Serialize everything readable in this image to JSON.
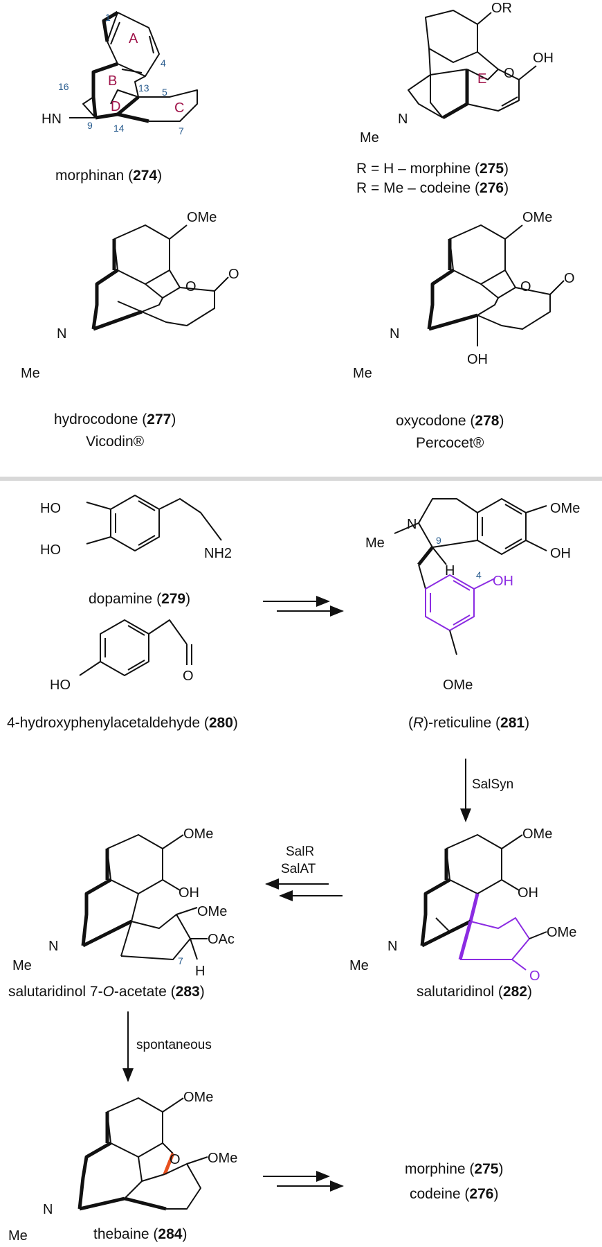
{
  "colors": {
    "ring_label": "#a0154b",
    "locant": "#2a5d8f",
    "highlight_purple": "#8b2be2",
    "highlight_orange": "#e8501e",
    "separator": "#d8d8d8"
  },
  "top": {
    "c274": {
      "name": "morphinan",
      "num": "274"
    },
    "c275_276": {
      "line1_pre": "R = H – morphine (",
      "line1_num": "275",
      "line2_pre": "R = Me – codeine (",
      "line2_num": "276"
    },
    "c277": {
      "name": "hydrocodone",
      "num": "277",
      "brand": "Vicodin®"
    },
    "c278": {
      "name": "oxycodone",
      "num": "278",
      "brand": "Percocet®"
    },
    "ring_labels": [
      "A",
      "B",
      "C",
      "D",
      "E"
    ],
    "locants": [
      "1",
      "4",
      "5",
      "7",
      "9",
      "13",
      "14",
      "16"
    ],
    "atoms": {
      "HN": "HN",
      "OR": "OR",
      "OH": "OH",
      "O": "O",
      "OMe": "OMe",
      "Me": "Me",
      "N": "N"
    }
  },
  "pathway": {
    "c279": {
      "name": "dopamine",
      "num": "279"
    },
    "c280": {
      "name": "4-hydroxyphenylacetaldehyde",
      "num": "280"
    },
    "c281": {
      "prefix": "(",
      "R": "R",
      "mid": ")-reticuline",
      "num": "281"
    },
    "c282": {
      "name": "salutaridinol",
      "num": "282"
    },
    "c283": {
      "pre": "salutaridinol 7-",
      "O": "O",
      "post": "-acetate",
      "num": "283"
    },
    "c284": {
      "name": "thebaine",
      "num": "284"
    },
    "final": {
      "line1": "morphine",
      "num1": "275",
      "line2": "codeine",
      "num2": "276"
    },
    "enzymes": {
      "salsyn": "SalSyn",
      "salr": "SalR",
      "salat": "SalAT",
      "spontaneous": "spontaneous"
    },
    "atoms": {
      "HO": "HO",
      "NH2": "NH2",
      "O": "O",
      "OAc": "OAc",
      "H": "H",
      "locant9": "9",
      "locant4": "4",
      "locant7": "7"
    }
  }
}
